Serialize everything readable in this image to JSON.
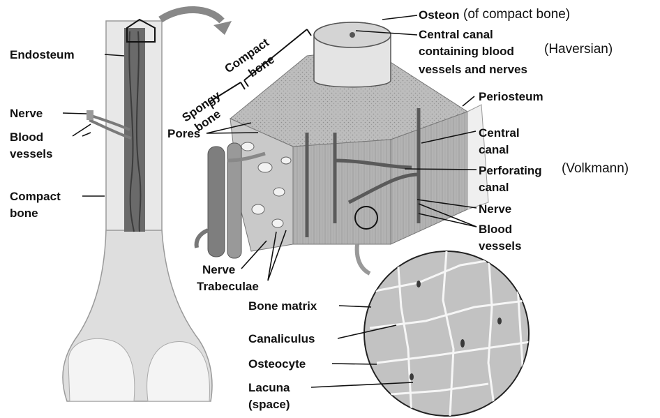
{
  "labels": {
    "osteon": "Osteon",
    "osteon_note": "(of compact bone)",
    "central_canal_blood_1": "Central canal",
    "central_canal_blood_2": "containing blood",
    "central_canal_blood_3": "vessels and nerves",
    "haversian_note": "(Haversian)",
    "periosteum": "Periosteum",
    "central_canal_1": "Central",
    "central_canal_2": "canal",
    "perforating_1": "Perforating",
    "perforating_2": "canal",
    "volkmann_note": "(Volkmann)",
    "nerve_right": "Nerve",
    "blood_vessels_right_1": "Blood",
    "blood_vessels_right_2": "vessels",
    "endosteum": "Endosteum",
    "nerve_left": "Nerve",
    "blood_vessels_left_1": "Blood",
    "blood_vessels_left_2": "vessels",
    "compact_bone_left_1": "Compact",
    "compact_bone_left_2": "bone",
    "spongy_bone_1": "Spongy",
    "spongy_bone_2": "bone",
    "compact_bone_top_1": "Compact",
    "compact_bone_top_2": "bone",
    "pores": "Pores",
    "nerve_bottom": "Nerve",
    "trabeculae": "Trabeculae",
    "bone_matrix": "Bone matrix",
    "canaliculus": "Canaliculus",
    "osteocyte": "Osteocyte",
    "lacuna_1": "Lacuna",
    "lacuna_2": "(space)"
  },
  "colors": {
    "bone_shaft": "#e6e6e6",
    "bone_head": "#dcdcdc",
    "marrow": "#5a5a5a",
    "vessel": "#8a8a8a",
    "block_face": "#b8b8b8",
    "block_top": "#cfcfcf",
    "magnified_bg": "#c4c4c4",
    "leader": "#111111"
  }
}
